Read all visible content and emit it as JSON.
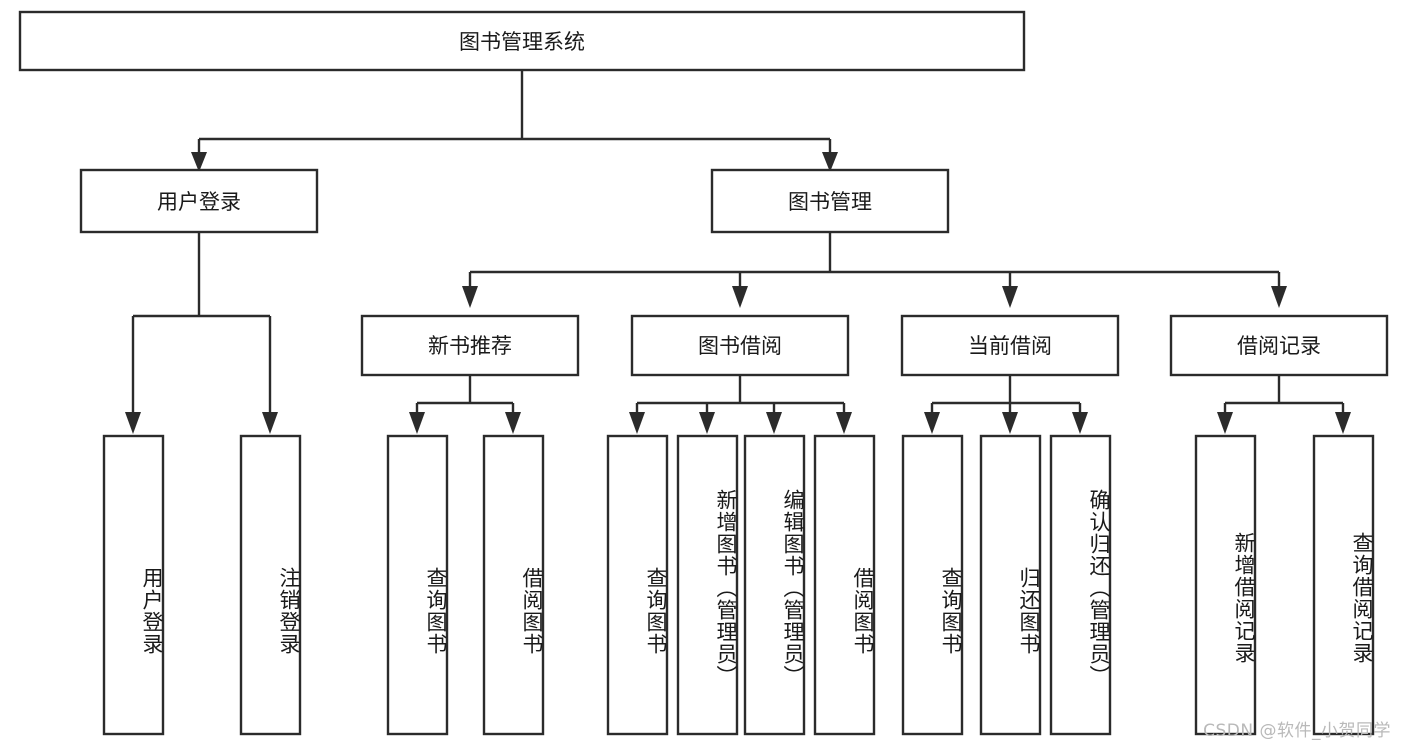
{
  "diagram": {
    "type": "tree",
    "title_node": {
      "id": "root",
      "label": "图书管理系统"
    },
    "level2": [
      {
        "id": "user-login",
        "label": "用户登录"
      },
      {
        "id": "book-management",
        "label": "图书管理"
      }
    ],
    "level3": [
      {
        "id": "new-book-recommend",
        "label": "新书推荐",
        "parent": "book-management"
      },
      {
        "id": "book-borrow",
        "label": "图书借阅",
        "parent": "book-management"
      },
      {
        "id": "current-borrow",
        "label": "当前借阅",
        "parent": "book-management"
      },
      {
        "id": "borrow-record",
        "label": "借阅记录",
        "parent": "book-management"
      }
    ],
    "leaves": [
      {
        "id": "leaf-user-login",
        "label": "用户登录",
        "parent": "user-login"
      },
      {
        "id": "leaf-user-logout",
        "label": "注销登录",
        "parent": "user-login"
      },
      {
        "id": "leaf-query-book-1",
        "label": "查询图书",
        "parent": "new-book-recommend"
      },
      {
        "id": "leaf-borrow-book-1",
        "label": "借阅图书",
        "parent": "new-book-recommend"
      },
      {
        "id": "leaf-query-book-2",
        "label": "查询图书",
        "parent": "book-borrow"
      },
      {
        "id": "leaf-add-book",
        "label": "新增图书（管理员）",
        "parent": "book-borrow"
      },
      {
        "id": "leaf-edit-book",
        "label": "编辑图书（管理员）",
        "parent": "book-borrow"
      },
      {
        "id": "leaf-borrow-book-2",
        "label": "借阅图书",
        "parent": "book-borrow"
      },
      {
        "id": "leaf-query-book-3",
        "label": "查询图书",
        "parent": "current-borrow"
      },
      {
        "id": "leaf-return-book",
        "label": "归还图书",
        "parent": "current-borrow"
      },
      {
        "id": "leaf-confirm-return",
        "label": "确认归还（管理员）",
        "parent": "current-borrow"
      },
      {
        "id": "leaf-add-record",
        "label": "新增借阅记录",
        "parent": "borrow-record"
      },
      {
        "id": "leaf-query-record",
        "label": "查询借阅记录",
        "parent": "borrow-record"
      }
    ]
  },
  "watermark": {
    "text": "CSDN @软件_小贺同学"
  },
  "colors": {
    "stroke": "#2b2b2b",
    "fill": "#ffffff",
    "text": "#1a1a1a",
    "watermark": "#b9b9b9"
  }
}
